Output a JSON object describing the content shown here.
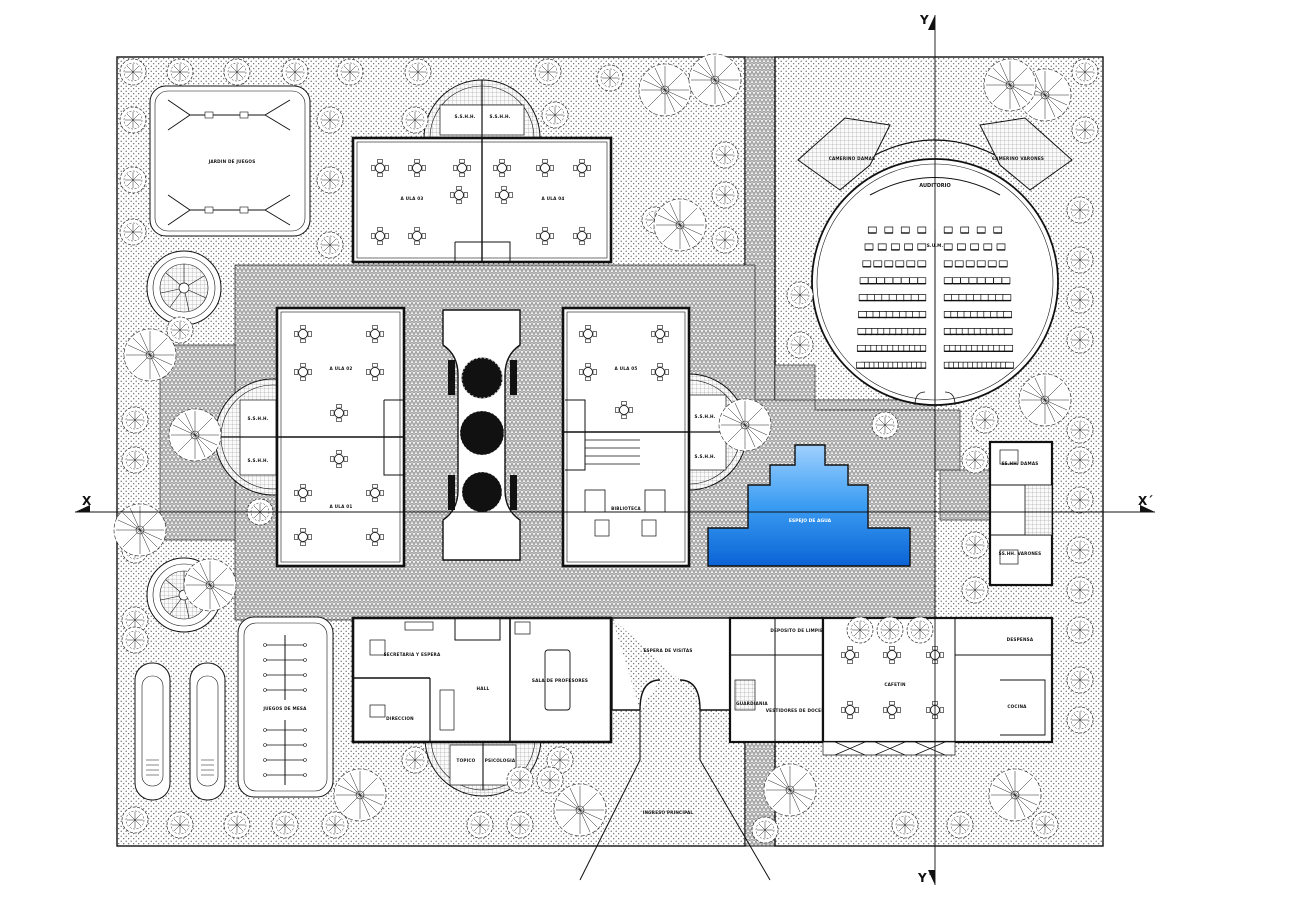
{
  "axes": {
    "x": "X",
    "x_prime": "X´",
    "y": "Y",
    "y_prime": "Y´"
  },
  "labels": {
    "jardin_juegos": "JARDIN DE JUEGOS",
    "juegos_mesa": "JUEGOS DE MESA",
    "ssh_1": "S.S.H.H.",
    "ssh_2": "S.S.H.H.",
    "ssh_3": "S.S.H.H.",
    "ssh_4": "S.S.H.H.",
    "ssh_5": "S.S.H.H.",
    "ssh_6": "S.S.H.H.",
    "aula_01": "A ULA 01",
    "aula_02": "A ULA 02",
    "aula_03": "A ULA 03",
    "aula_04": "A ULA 04",
    "aula_05": "A ULA 05",
    "biblioteca": "BIBLIOTECA",
    "auditorio": "AUDITORIO",
    "camerino_1": "CAMERINO DAMAS",
    "camerino_2": "CAMERINO VARONES",
    "sum": "S.U.M.",
    "espejo_agua": "ESPEJO DE AGUA",
    "topico": "TOPICO",
    "psicologia": "PSICOLOGIA",
    "secretaria": "SECRETARIA Y ESPERA",
    "direccion": "DIRECCION",
    "hall": "HALL",
    "sala_profesores": "SALA DE PROFESORES",
    "espera_visitas": "ESPERA DE VISITAS",
    "deposito": "DEPOSITO DE LIMPIEZA",
    "guardiania": "GUARDIANIA",
    "vestidores": "VESTIDORES DE DOCENTES",
    "cafeteria": "CAFETIN",
    "despensa": "DESPENSA",
    "cocina": "COCINA",
    "patio_damas": "SS.HH. DAMAS",
    "patio_varones": "SS.HH. VARONES",
    "ingreso": "INGRESO PRINCIPAL"
  }
}
